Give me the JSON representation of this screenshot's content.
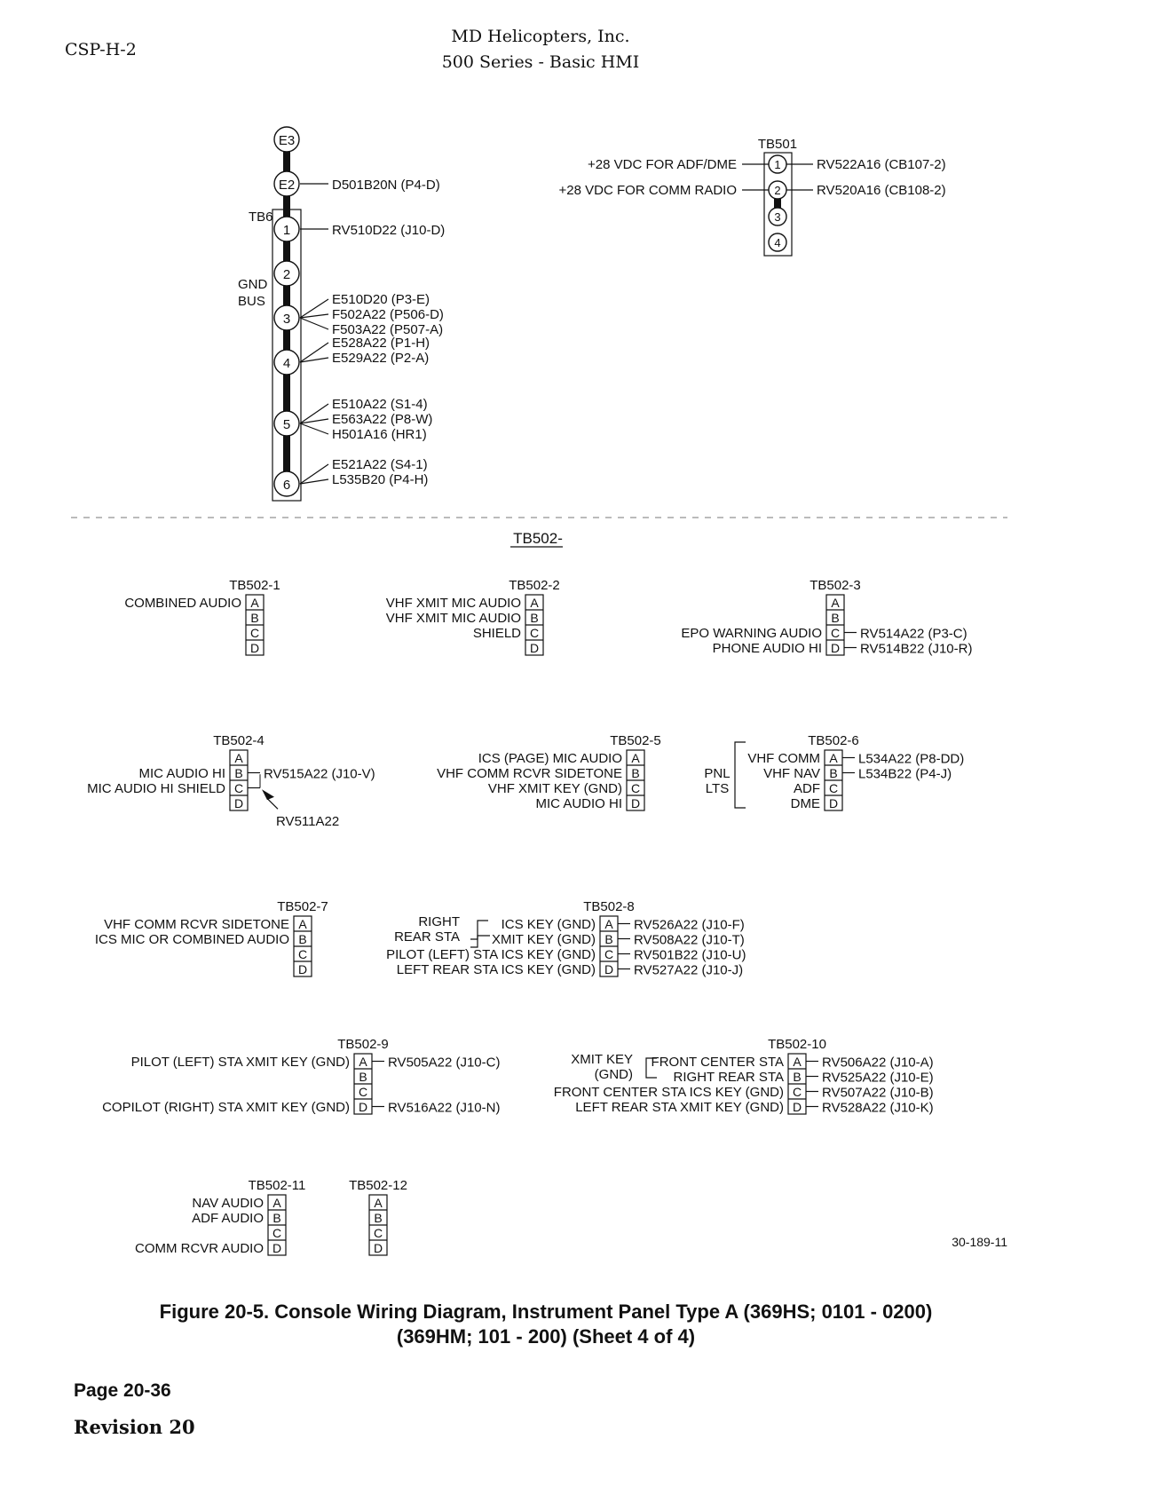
{
  "header": {
    "left": "CSP-H-2",
    "title": "MD Helicopters, Inc.",
    "subtitle": "500 Series - Basic HMI"
  },
  "gnd": {
    "nodes": [
      "E3",
      "E2",
      "1",
      "2",
      "3",
      "4",
      "5",
      "6"
    ],
    "tb_label": "TB6",
    "bus_label": [
      "GND",
      "BUS"
    ],
    "wires": [
      [
        "D501B20N (P4-D)"
      ],
      [
        "RV510D22 (J10-D)"
      ],
      [],
      [
        "E510D20 (P3-E)",
        "F502A22 (P506-D)",
        "F503A22 (P507-A)"
      ],
      [
        "E528A22 (P1-H)",
        "E529A22 (P2-A)"
      ],
      [
        "E510A22 (S1-4)",
        "E563A22 (P8-W)",
        "H501A16 (HR1)"
      ],
      [
        "E521A22 (S4-1)",
        "L535B20 (P4-H)"
      ]
    ]
  },
  "tb501": {
    "title": "TB501",
    "pins": [
      "1",
      "2",
      "3",
      "4"
    ],
    "left": [
      "+28 VDC FOR ADF/DME",
      "+28 VDC FOR COMM RADIO"
    ],
    "right": [
      "RV522A16 (CB107-2)",
      "RV520A16 (CB108-2)"
    ]
  },
  "tb502_title": "TB502-",
  "blocks": [
    {
      "id": "TB502-1",
      "l": [
        "COMBINED AUDIO",
        "",
        "",
        ""
      ],
      "r": [
        "",
        "",
        "",
        ""
      ]
    },
    {
      "id": "TB502-2",
      "l": [
        "VHF XMIT MIC AUDIO",
        "VHF XMIT MIC AUDIO",
        "SHIELD",
        ""
      ],
      "r": [
        "",
        "",
        "",
        ""
      ]
    },
    {
      "id": "TB502-3",
      "l": [
        "",
        "",
        "EPO WARNING AUDIO",
        "PHONE AUDIO HI"
      ],
      "r": [
        "",
        "",
        "RV514A22 (P3-C)",
        "RV514B22 (J10-R)"
      ]
    },
    {
      "id": "TB502-4",
      "l": [
        "",
        "MIC AUDIO HI",
        "MIC AUDIO HI SHIELD",
        ""
      ],
      "r": [
        "",
        "RV515A22 (J10-V)",
        "",
        ""
      ],
      "extra": "RV511A22"
    },
    {
      "id": "TB502-5",
      "l": [
        "ICS (PAGE) MIC AUDIO",
        "VHF COMM RCVR SIDETONE",
        "VHF XMIT KEY (GND)",
        "MIC AUDIO HI"
      ],
      "r": [
        "",
        "",
        "",
        ""
      ]
    },
    {
      "id": "TB502-6",
      "l": [
        "VHF COMM",
        "VHF NAV",
        "ADF",
        "DME"
      ],
      "r": [
        "L534A22 (P8-DD)",
        "L534B22 (P4-J)",
        "",
        ""
      ],
      "group": [
        "PNL",
        "LTS"
      ]
    },
    {
      "id": "TB502-7",
      "l": [
        "VHF COMM RCVR SIDETONE",
        "ICS MIC OR COMBINED AUDIO",
        "",
        ""
      ],
      "r": [
        "",
        "",
        "",
        ""
      ]
    },
    {
      "id": "TB502-8",
      "l": [
        "ICS KEY (GND)",
        "XMIT KEY (GND)",
        "PILOT (LEFT) STA ICS KEY (GND)",
        "LEFT REAR STA ICS KEY (GND)"
      ],
      "r": [
        "RV526A22 (J10-F)",
        "RV508A22 (J10-T)",
        "RV501B22 (J10-U)",
        "RV527A22 (J10-J)"
      ],
      "group": [
        "RIGHT",
        "REAR STA"
      ]
    },
    {
      "id": "TB502-9",
      "l": [
        "PILOT (LEFT) STA XMIT KEY (GND)",
        "",
        "",
        "COPILOT (RIGHT) STA XMIT KEY (GND)"
      ],
      "r": [
        "RV505A22 (J10-C)",
        "",
        "",
        "RV516A22 (J10-N)"
      ]
    },
    {
      "id": "TB502-10",
      "l": [
        "FRONT CENTER STA",
        "RIGHT REAR STA",
        "FRONT CENTER STA ICS KEY (GND)",
        "LEFT REAR STA XMIT KEY (GND)"
      ],
      "r": [
        "RV506A22 (J10-A)",
        "RV525A22 (J10-E)",
        "RV507A22 (J10-B)",
        "RV528A22 (J10-K)"
      ],
      "group": [
        "XMIT KEY",
        "(GND)"
      ]
    },
    {
      "id": "TB502-11",
      "l": [
        "NAV AUDIO",
        "ADF AUDIO",
        "",
        "COMM RCVR AUDIO"
      ],
      "r": [
        "",
        "",
        "",
        ""
      ]
    },
    {
      "id": "TB502-12",
      "l": [
        "",
        "",
        "",
        ""
      ],
      "r": [
        "",
        "",
        "",
        ""
      ]
    }
  ],
  "pins": [
    "A",
    "B",
    "C",
    "D"
  ],
  "ref": "30-189-11",
  "caption": {
    "line1": "Figure  20-5.  Console Wiring Diagram, Instrument Panel Type A (369HS; 0101 - 0200)",
    "line2": "(369HM; 101 - 200) (Sheet 4 of 4)"
  },
  "footer": {
    "page": "Page  20-36",
    "revision": "Revision 20"
  }
}
